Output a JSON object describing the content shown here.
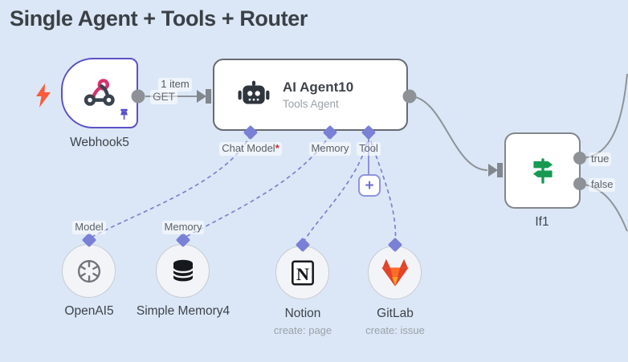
{
  "title": "Single Agent + Tools + Router",
  "colors": {
    "background": "#dbe7f6",
    "edge_gray": "#8e9399",
    "port_purple": "#7a80d6",
    "dashed_connection": "#7d83cd",
    "webhook_border": "#5b51c5",
    "node_border": "#676c73",
    "lightning_orange": "#fb5a3c",
    "pin_purple": "#5a50c8",
    "if_icon_green": "#169a52",
    "gitlab_red": "#e24329",
    "gitlab_orange": "#fc6d26",
    "gitlab_yellow": "#fca326",
    "required_asterisk": "#cc2d35"
  },
  "edges": {
    "webhook_to_agent": {
      "items_label": "1 item",
      "method_label": "GET"
    }
  },
  "controls": {
    "add_tool_label": "+"
  },
  "nodes": {
    "webhook": {
      "label": "Webhook5"
    },
    "agent": {
      "label": "AI Agent10",
      "subtitle": "Tools Agent",
      "ports": [
        {
          "label": "Chat Model",
          "required_mark": "*"
        },
        {
          "label": "Memory",
          "required_mark": ""
        },
        {
          "label": "Tool",
          "required_mark": ""
        }
      ]
    },
    "if": {
      "label": "If1",
      "outputs": [
        {
          "label": "true"
        },
        {
          "label": "false"
        }
      ]
    },
    "openai": {
      "label": "OpenAI5",
      "port_label": "Model"
    },
    "simple_memory": {
      "label": "Simple Memory4",
      "port_label": "Memory"
    },
    "notion": {
      "label": "Notion",
      "subtitle": "create: page",
      "logo_letter": "N"
    },
    "gitlab": {
      "label": "GitLab",
      "subtitle": "create: issue"
    }
  }
}
